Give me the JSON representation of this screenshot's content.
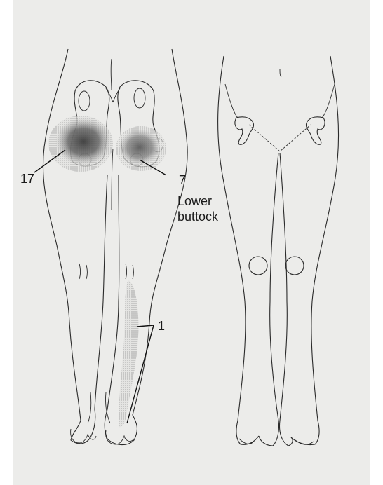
{
  "labels": {
    "seventeen": "17",
    "seven": "7",
    "lower_buttock": "Lower buttock",
    "one": "1"
  },
  "colors": {
    "background": "#ececea",
    "line": "#2a2a2a",
    "pain_dark": "#5a5a5a",
    "pain_light": "#b0b0b0"
  }
}
